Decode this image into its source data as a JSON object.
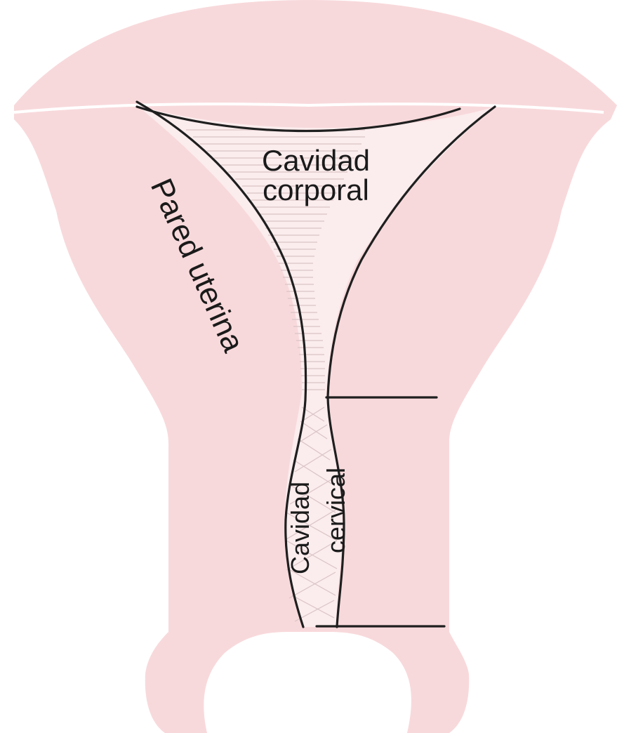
{
  "labels": {
    "body_cavity_line1": "Cavidad",
    "body_cavity_line2": "corporal",
    "uterine_wall": "Pared uterina",
    "cervical_cavity_line1": "Cavidad",
    "cervical_cavity_line2": "cervical"
  },
  "colors": {
    "tissue": "#f8d9db",
    "cavity": "#fbeced",
    "outline": "#1f1f1f",
    "background": "#ffffff",
    "text": "#1a1a1a"
  }
}
